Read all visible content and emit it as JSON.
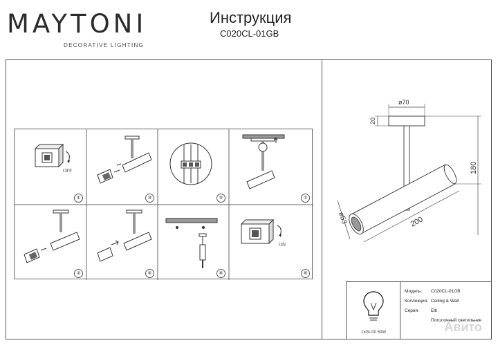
{
  "brand": {
    "logo": "MAYTONI",
    "tagline": "DECORATIVE LIGHTING"
  },
  "header": {
    "title": "Инструкция",
    "model": "C020CL-01GB"
  },
  "steps": [
    {
      "num": "①",
      "switch_label": "OFF"
    },
    {
      "num": "②"
    },
    {
      "num": "③"
    },
    {
      "num": "④"
    },
    {
      "num": "⑤"
    },
    {
      "num": "⑥"
    },
    {
      "num": "⑦"
    },
    {
      "num": "⑧",
      "switch_label": "ON"
    }
  ],
  "dimensions": {
    "base_diameter": "ø70",
    "base_height": "20",
    "total_height": "180",
    "length": "200",
    "tube_diameter": "ø53"
  },
  "spec": {
    "bulb_label": "1xGU10 50W",
    "rows": [
      {
        "key": "Модель:",
        "value": "C020CL-01GB"
      },
      {
        "key": "Коллекция:",
        "value": "Ceiling & Wall"
      },
      {
        "key": "Серия:",
        "value": "Elti"
      },
      {
        "key": "",
        "value": "Потолочный светильник"
      }
    ]
  },
  "watermark": "Авито"
}
